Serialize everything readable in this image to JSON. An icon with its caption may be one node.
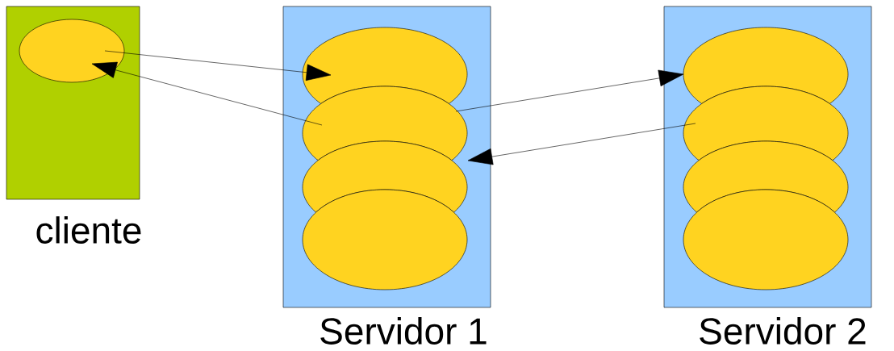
{
  "diagram": {
    "nodes": [
      {
        "text": [
          "cliente"
        ]
      },
      {
        "text": [],
        "shape": "circle",
        "in": 0
      },
      {
        "text": [
          "Servidor 1"
        ]
      },
      {
        "text": [],
        "shape": "circle",
        "in": 2
      },
      {
        "text": [],
        "shape": "circle",
        "in": 2
      },
      {
        "text": [],
        "shape": "circle",
        "in": 2
      },
      {
        "text": [],
        "shape": "circle",
        "in": 2
      },
      {
        "text": [
          "Servidor 2"
        ]
      },
      {
        "text": [],
        "shape": "circle",
        "in": 7
      },
      {
        "text": [],
        "shape": "circle",
        "in": 7
      },
      {
        "text": [],
        "shape": "circle",
        "in": 7
      },
      {
        "text": [],
        "shape": "circle",
        "in": 7
      }
    ],
    "edges": [
      {
        "from": 1,
        "to": 3,
        "arrow": "to"
      },
      {
        "from": 4,
        "to": 1,
        "arrow": "to"
      },
      {
        "from": 4,
        "to": 8,
        "arrow": "to"
      },
      {
        "from": 9,
        "to": 2,
        "arrow": "to"
      }
    ]
  }
}
